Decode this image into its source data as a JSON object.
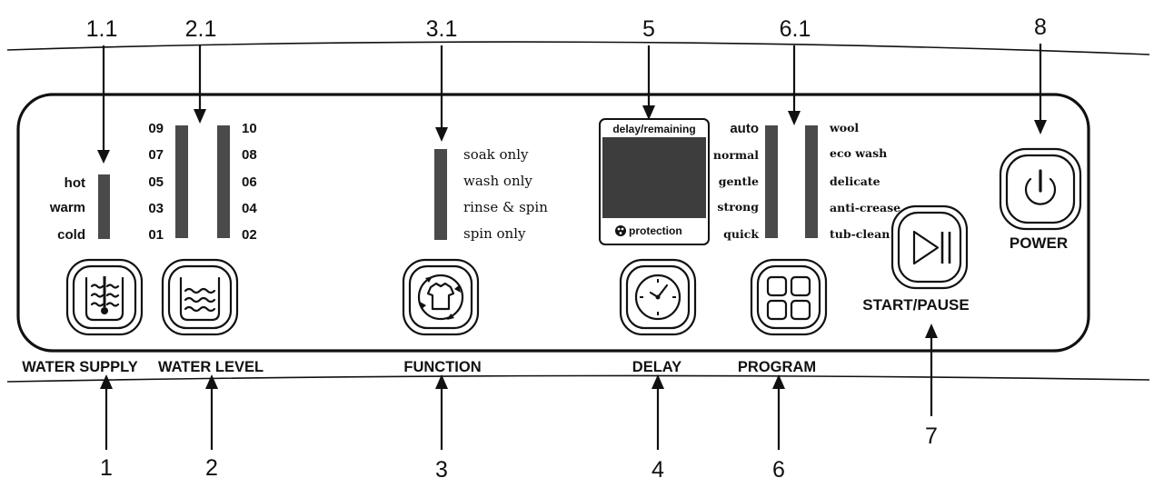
{
  "callouts": {
    "c1_1": "1.1",
    "c2_1": "2.1",
    "c3_1": "3.1",
    "c5": "5",
    "c6_1": "6.1",
    "c8": "8",
    "c1": "1",
    "c2": "2",
    "c3": "3",
    "c4": "4",
    "c6": "6",
    "c7": "7"
  },
  "water_supply": {
    "levels": [
      "hot",
      "warm",
      "cold"
    ],
    "label": "WATER SUPPLY"
  },
  "water_level": {
    "left_values": [
      "09",
      "07",
      "05",
      "03",
      "01"
    ],
    "right_values": [
      "10",
      "08",
      "06",
      "04",
      "02"
    ],
    "label": "WATER LEVEL"
  },
  "function": {
    "options": [
      "soak only",
      "wash only",
      "rinse & spin",
      "spin only"
    ],
    "label": "FUNCTION"
  },
  "display": {
    "header": "delay/remaining",
    "footer": "protection"
  },
  "delay": {
    "label": "DELAY"
  },
  "program": {
    "left_options": [
      "auto",
      "normal",
      "gentle",
      "strong",
      "quick"
    ],
    "right_options": [
      "wool",
      "eco wash",
      "delicate",
      "anti-crease",
      "tub-clean"
    ],
    "label": "PROGRAM"
  },
  "start_pause": {
    "label": "START/PAUSE"
  },
  "power": {
    "label": "POWER"
  },
  "colors": {
    "indicator": "#4a4a4a",
    "display": "#3d3d3d",
    "stroke": "#111111"
  },
  "icons": [
    "thermometer-water-icon",
    "water-waves-icon",
    "shirt-cycle-icon",
    "clock-icon",
    "grid-icon",
    "play-pause-icon",
    "power-icon",
    "protection-icon"
  ]
}
